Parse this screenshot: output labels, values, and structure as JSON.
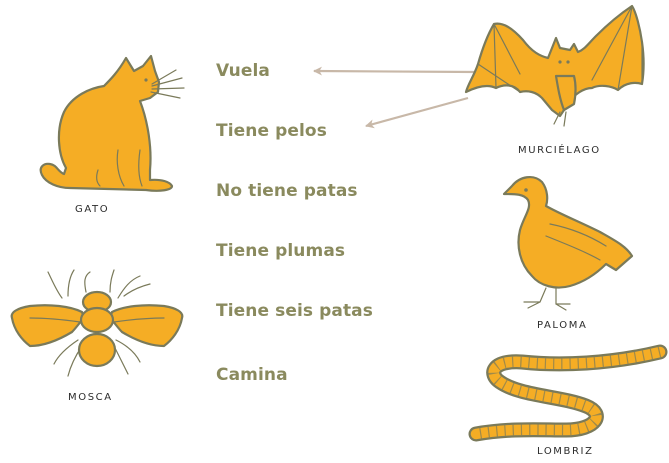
{
  "traits": [
    "Vuela",
    "Tiene pelos",
    "No tiene patas",
    "Tiene plumas",
    "Tiene seis patas",
    "Camina"
  ],
  "animals": {
    "gato": "GATO",
    "murcielago": "MURCIÉLAGO",
    "paloma": "PALOMA",
    "mosca": "MOSCA",
    "lombriz": "LOMBRIZ"
  },
  "colors": {
    "fill": "#f5ad25",
    "outline": "#7a7a5a",
    "trait_text": "#8a8a5e",
    "arrow": "#c8b8a8"
  },
  "connections": [
    {
      "from": "MURCIÉLAGO",
      "to": "Vuela"
    },
    {
      "from": "MURCIÉLAGO",
      "to": "Tiene pelos"
    }
  ]
}
